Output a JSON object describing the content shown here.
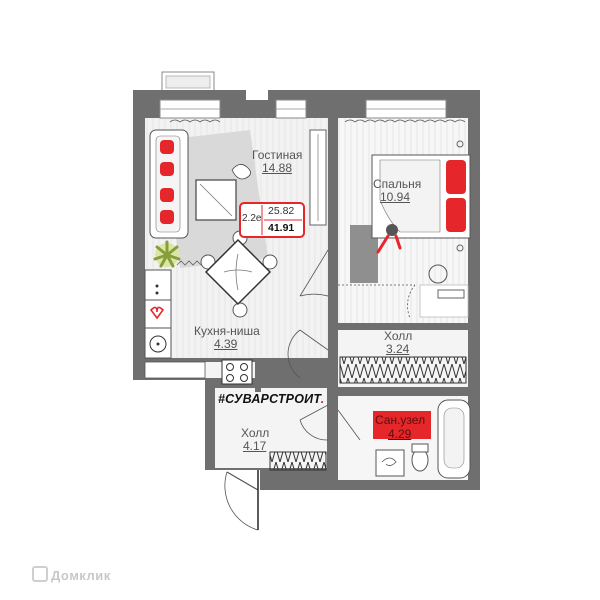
{
  "rooms": {
    "living": {
      "name": "Гостиная",
      "area": "14.88"
    },
    "bedroom": {
      "name": "Спальня",
      "area": "10.94"
    },
    "kitchen": {
      "name": "Кухня-ниша",
      "area": "4.39"
    },
    "hall_small": {
      "name": "Холл",
      "area": "3.24"
    },
    "hall_entry": {
      "name": "Холл",
      "area": "4.17"
    },
    "bathroom": {
      "name": "Сан.узел",
      "area": "4.29"
    }
  },
  "stats": {
    "apartment_type": "2.2е",
    "living_area": "25.82",
    "total_area": "41.91"
  },
  "brand": {
    "name": "#СУВАРСТРОИТ",
    "dot": "."
  },
  "watermark": {
    "text": "Домклик"
  },
  "colors": {
    "accent": "#e5262a",
    "wall": "#6f6f6f",
    "floor": "#eeeeee"
  }
}
